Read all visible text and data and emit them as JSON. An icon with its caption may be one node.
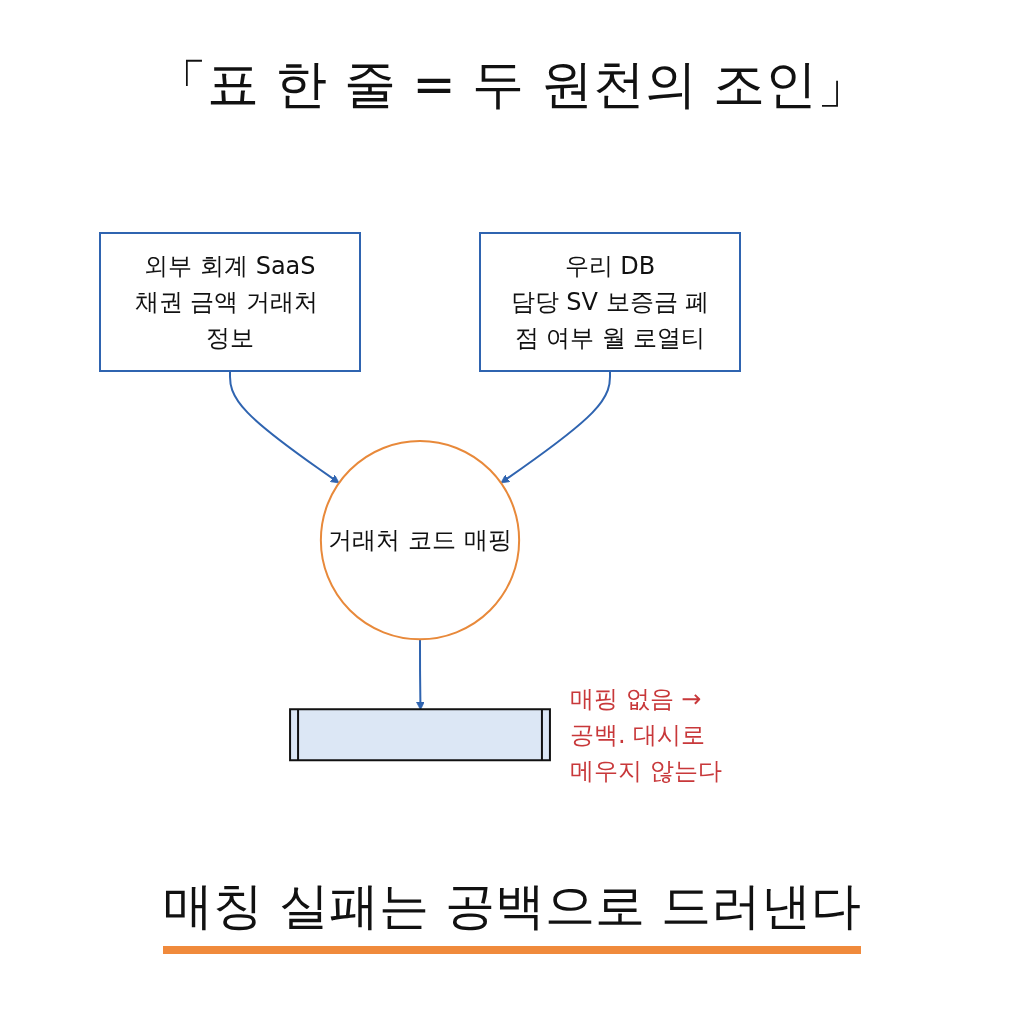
{
  "diagram": {
    "title": "「표 한 줄 = 두 원천의 조인」",
    "caption": "매칭 실패는 공백으로 드러낸다",
    "nodes": [
      {
        "text": [
          "외부 회계 SaaS",
          "채권 금액 거래처 정보"
        ]
      },
      {
        "text": [
          "거래처 코드 매핑"
        ]
      },
      {
        "text": [
          "우리 DB",
          "담당 SV 보증금 폐점 여부 월 로열티"
        ]
      },
      {
        "text": [],
        "shape": "bar",
        "beside": [
          "매핑 없음 → 공백. 대시로 메우지 않는다"
        ]
      }
    ],
    "edges": [
      {
        "from": 0,
        "to": 1,
        "arrow": "to"
      },
      {
        "from": 2,
        "to": 1,
        "arrow": "to"
      },
      {
        "from": 1,
        "to": 3,
        "arrow": "to"
      }
    ]
  }
}
